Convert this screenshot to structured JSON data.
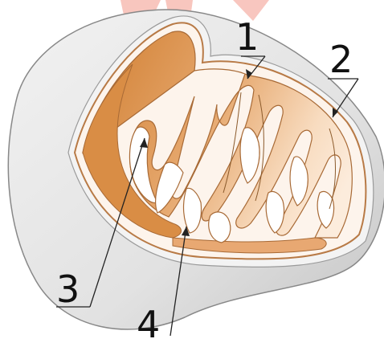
{
  "diagram": {
    "labels": [
      {
        "id": "1",
        "text": "1"
      },
      {
        "id": "2",
        "text": "2"
      },
      {
        "id": "3",
        "text": "3"
      },
      {
        "id": "4",
        "text": "4"
      }
    ]
  },
  "colors": {
    "outer_shell": "#e4e4e4",
    "outer_shell_shadow": "#c9c9c9",
    "membrane_line": "#b87a46",
    "matrix_dark": "#d68a42",
    "matrix_light": "#fbe6cf",
    "watermark": "#f7a9a0",
    "background": "#ffffff"
  }
}
